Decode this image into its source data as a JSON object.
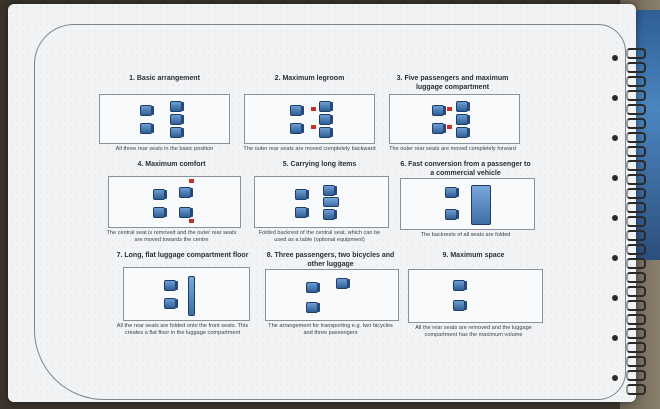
{
  "panels": [
    {
      "title": "1. Basic arrangement",
      "caption": "All three rear seats in the basic position"
    },
    {
      "title": "2. Maximum legroom",
      "caption": "The outer rear seats are moved completely backward"
    },
    {
      "title": "3. Five passengers and maximum luggage compartment",
      "caption": "The outer rear seats are moved completely forward"
    },
    {
      "title": "4. Maximum comfort",
      "caption": "The central seat is removed and the outer rear seats are moved towards the centre"
    },
    {
      "title": "5. Carrying long items",
      "caption": "Folded backrest of the central seat, which can be used as a table (optional equipment)"
    },
    {
      "title": "6. Fast conversion from a passenger to a commercial vehicle",
      "caption": "The backrests of all seats are folded"
    },
    {
      "title": "7. Long, flat luggage compartment floor",
      "caption": "All the rear seats are folded onto the front seats. This creates a flat floor in the luggage compartment"
    },
    {
      "title": "8. Three passengers, two bicycles and other luggage",
      "caption": "The arrangement for transporting e.g. two bicycles and three passengers"
    },
    {
      "title": "9. Maximum space",
      "caption": "All the rear seats are removed and the luggage compartment has the maximum volume"
    }
  ],
  "colors": {
    "seat": "#3e6ea6",
    "arrow": "#c8302b",
    "paper": "#f1f3f5"
  }
}
